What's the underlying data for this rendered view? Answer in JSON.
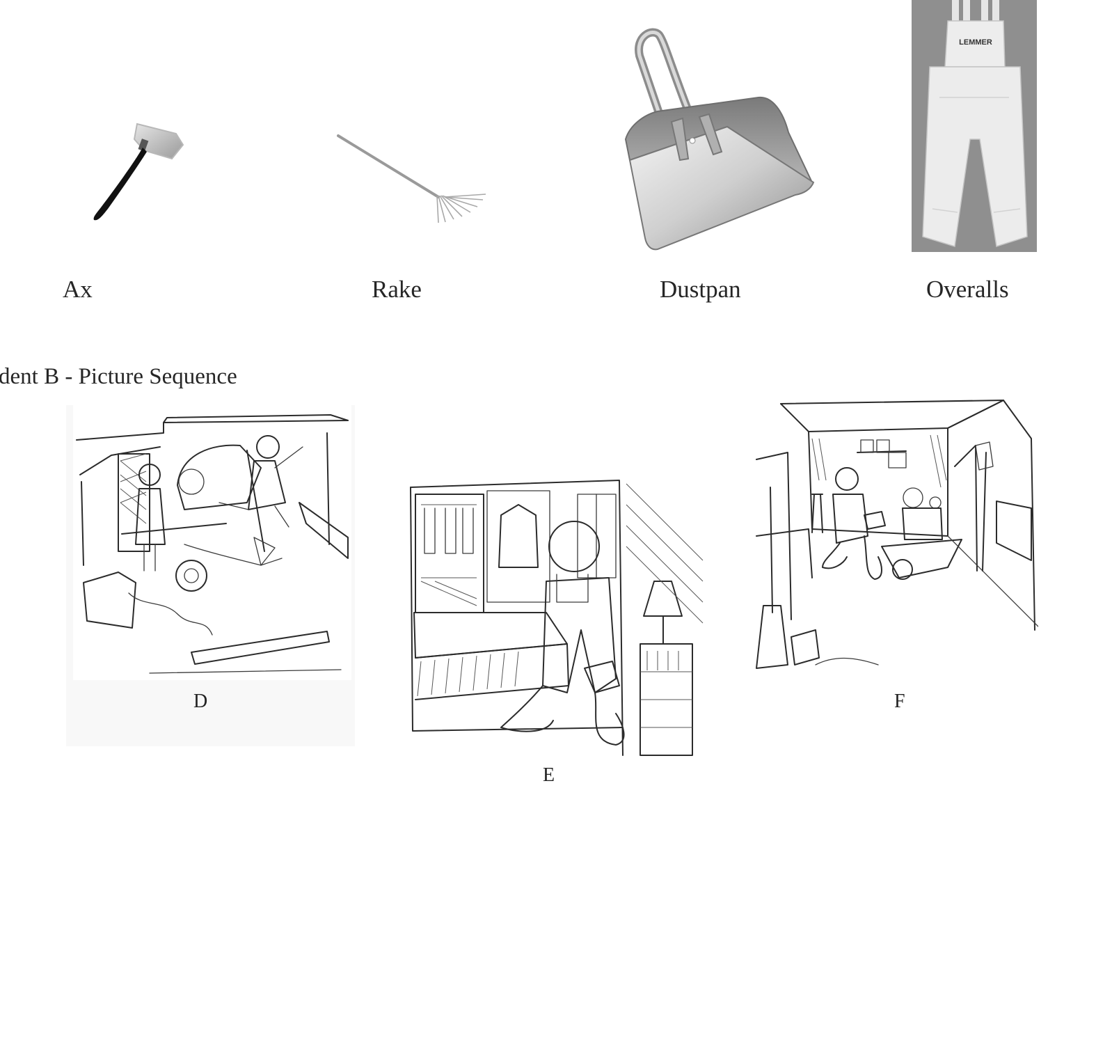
{
  "vocabulary": {
    "items": [
      {
        "label": "Ax",
        "icon": "ax-icon"
      },
      {
        "label": "Rake",
        "icon": "rake-icon"
      },
      {
        "label": "Dustpan",
        "icon": "dustpan-icon"
      },
      {
        "label": "Overalls",
        "icon": "overalls-icon"
      }
    ]
  },
  "sequence": {
    "heading": "dent B - Picture Sequence",
    "panels": [
      {
        "letter": "D"
      },
      {
        "letter": "E"
      },
      {
        "letter": "F"
      }
    ]
  },
  "overalls_brand": "LEMMER"
}
